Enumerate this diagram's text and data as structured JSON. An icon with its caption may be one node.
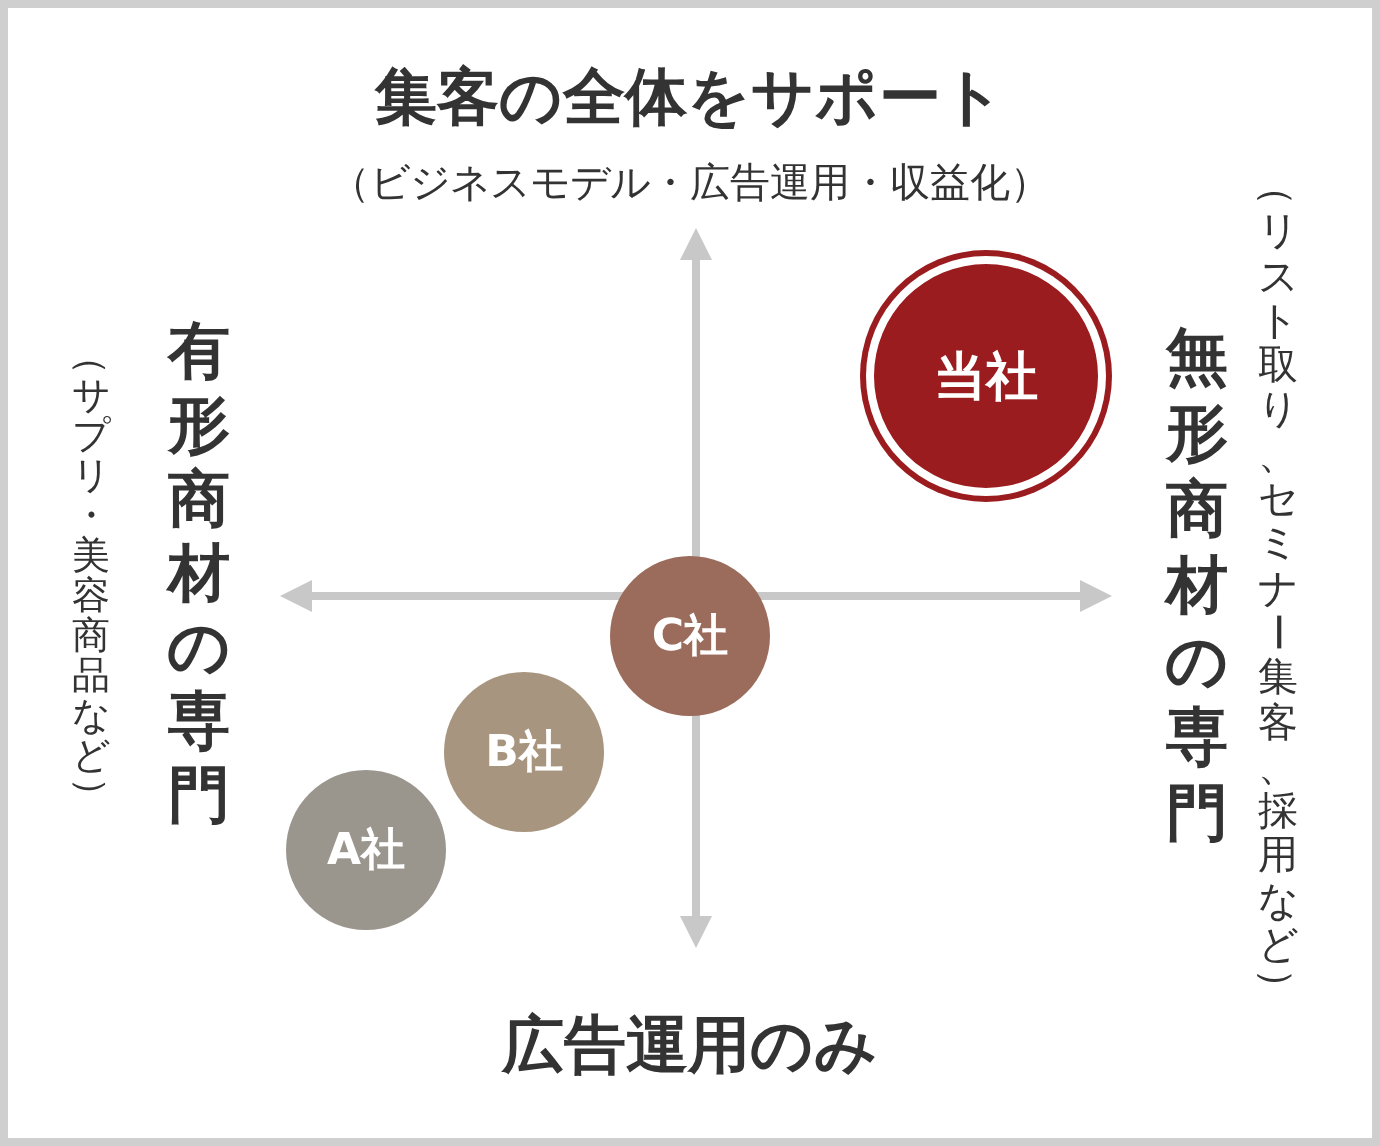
{
  "diagram": {
    "nodes": [
      {
        "text": [
          "当社"
        ]
      },
      {
        "text": [
          "C社"
        ]
      },
      {
        "text": [
          "B社"
        ]
      },
      {
        "text": [
          "A社"
        ]
      }
    ],
    "labels": [
      "集客の全体をサポート",
      "（ビジネスモデル・広告運用・収益化）",
      "（リスト取り、セミナー集客、採用など）",
      "有形商材の専門",
      "（サプリ・美容商品など）",
      "無形商材の専門",
      "広告運用のみ"
    ]
  }
}
